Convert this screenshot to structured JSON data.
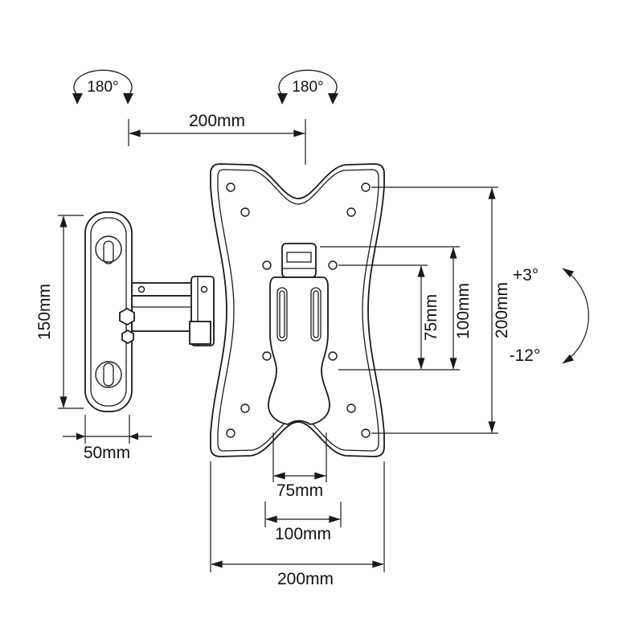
{
  "diagram": {
    "rotation_left": "180°",
    "rotation_right": "180°",
    "dim_top_width": "200mm",
    "dim_wall_height": "150mm",
    "dim_wall_width": "50mm",
    "dim_right_75": "75mm",
    "dim_right_100": "100mm",
    "dim_right_200": "200mm",
    "tilt_up": "+3°",
    "tilt_down": "-12°",
    "dim_bottom_75": "75mm",
    "dim_bottom_100": "100mm",
    "dim_bottom_200": "200mm",
    "line_color": "#1a1a1a"
  }
}
